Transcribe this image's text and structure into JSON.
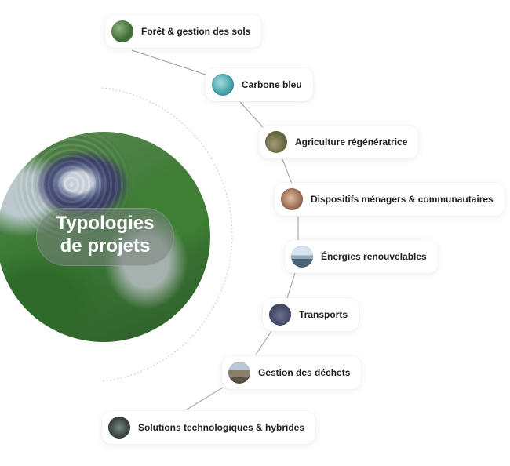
{
  "hero": {
    "title_line1": "Typologies",
    "title_line2": "de projets"
  },
  "items": [
    {
      "label": "Forêt & gestion des sols",
      "icon": "forest-thumbnail"
    },
    {
      "label": "Carbone bleu",
      "icon": "ocean-thumbnail"
    },
    {
      "label": "Agriculture régénératrice",
      "icon": "soil-thumbnail"
    },
    {
      "label": "Dispositifs ménagers & communautaires",
      "icon": "community-thumbnail"
    },
    {
      "label": "Énergies renouvelables",
      "icon": "landscape-thumbnail"
    },
    {
      "label": "Transports",
      "icon": "transport-thumbnail"
    },
    {
      "label": "Gestion des déchets",
      "icon": "waste-thumbnail"
    },
    {
      "label": "Solutions technologiques & hybrides",
      "icon": "technology-thumbnail"
    }
  ],
  "colors": {
    "connector": "#9a9a9a",
    "dotted_arc": "#c4c4c4",
    "text": "#1f1f1f"
  }
}
